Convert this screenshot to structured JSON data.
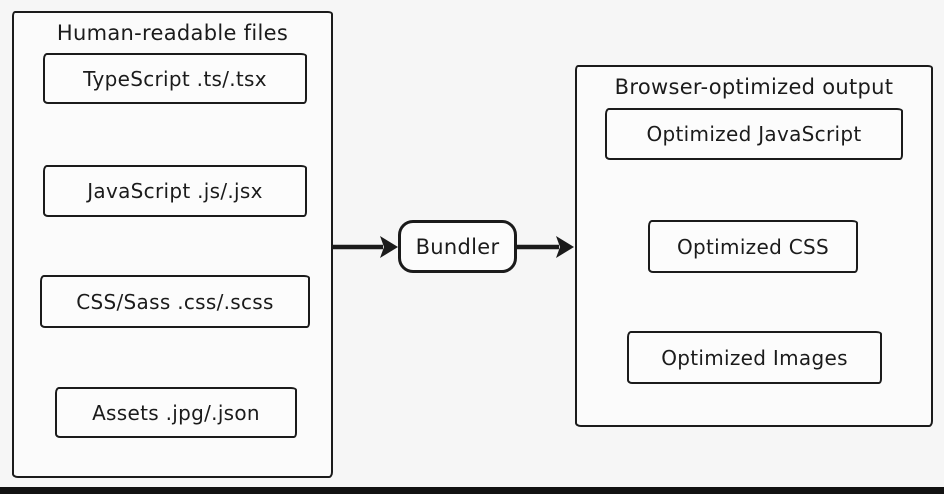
{
  "diagram": {
    "left_panel": {
      "title": "Human-readable files",
      "items": [
        "TypeScript .ts/.tsx",
        "JavaScript .js/.jsx",
        "CSS/Sass .css/.scss",
        "Assets .jpg/.json"
      ]
    },
    "bundler": {
      "label": "Bundler"
    },
    "right_panel": {
      "title": "Browser-optimized output",
      "items": [
        "Optimized JavaScript",
        "Optimized CSS",
        "Optimized Images"
      ]
    },
    "colors": {
      "stroke": "#1b1b1b",
      "background": "#f6f6f6",
      "bottom_bar": "#121212"
    }
  }
}
